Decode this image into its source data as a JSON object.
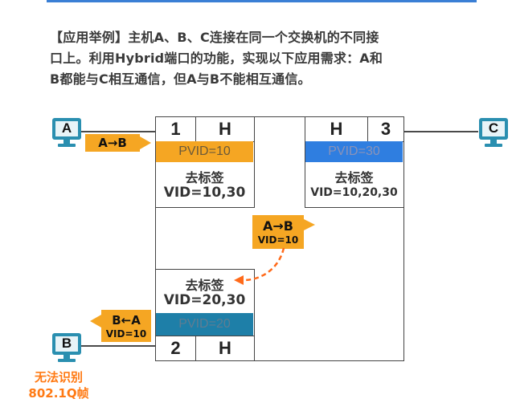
{
  "description": {
    "lines": [
      "【应用举例】主机A、B、C连接在同一个交换机的不同接",
      "口上。利用Hybrid端口的功能，实现以下应用需求：A和",
      "B都能与C相互通信，但A与B不能相互通信。"
    ]
  },
  "hosts": {
    "a": {
      "label": "A"
    },
    "b": {
      "label": "B"
    },
    "c": {
      "label": "C"
    }
  },
  "ports": {
    "p1": {
      "number": "1",
      "type": "H",
      "pvid": "PVID=10",
      "untag_label": "去标签",
      "untag_vids": "VID=10,30",
      "pvid_color": "#f5a623"
    },
    "p3": {
      "number": "3",
      "type": "H",
      "pvid": "PVID=30",
      "untag_label": "去标签",
      "untag_vids": "VID=10,20,30",
      "pvid_color": "#2f7ee0"
    },
    "p2": {
      "number": "2",
      "type": "H",
      "pvid": "PVID=20",
      "untag_label": "去标签",
      "untag_vids": "VID=20,30",
      "pvid_color": "#1e7fa8"
    }
  },
  "frames": {
    "a_in": {
      "label": "A→B"
    },
    "middle": {
      "label": "A→B",
      "vid": "VID=10"
    },
    "b_out": {
      "label": "B←A",
      "vid": "VID=10"
    }
  },
  "note": {
    "lines": [
      "无法识别",
      "802.1Q帧"
    ],
    "color": "#ff7a14"
  },
  "colors": {
    "frame_badge": "#f5a623",
    "host_icon": "#2a8fb0",
    "title_bar": "#3a7fd5"
  }
}
